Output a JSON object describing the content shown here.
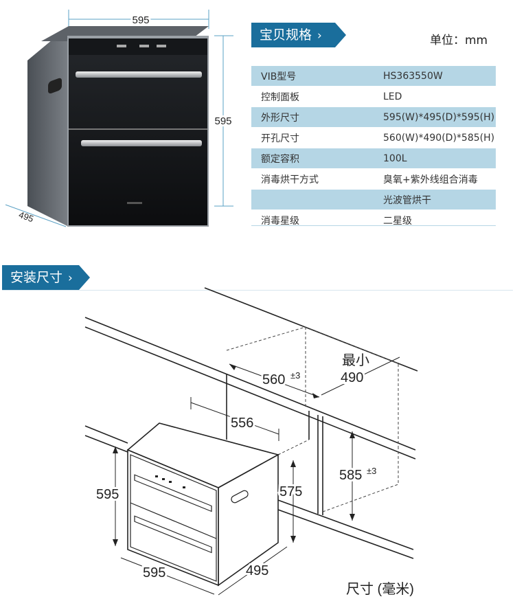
{
  "product": {
    "dim_width": "595",
    "dim_height": "595",
    "dim_depth": "495"
  },
  "spec_section": {
    "title": "宝贝规格",
    "unit_label": "单位：mm",
    "rows": [
      {
        "label": "VIB型号",
        "value": "HS363550W"
      },
      {
        "label": "控制面板",
        "value": "LED"
      },
      {
        "label": "外形尺寸",
        "value": "595(W)*495(D)*595(H)"
      },
      {
        "label": "开孔尺寸",
        "value": "560(W)*490(D)*585(H)"
      },
      {
        "label": "额定容积",
        "value": "100L"
      },
      {
        "label": "消毒烘干方式",
        "value": "臭氧+紫外线组合消毒"
      },
      {
        "label": "",
        "value": "光波管烘干"
      },
      {
        "label": "消毒星级",
        "value": "二星级"
      }
    ]
  },
  "install_section": {
    "title": "安装尺寸",
    "dims": {
      "opening_width": "560",
      "opening_width_tol": "±3",
      "min_label": "最小",
      "min_depth": "490",
      "body_top_width": "556",
      "opening_height": "585",
      "opening_height_tol": "±3",
      "front_height": "595",
      "side_height": "575",
      "front_width": "595",
      "depth": "495"
    },
    "unit_note": "尺寸 (毫米)"
  },
  "colors": {
    "accent": "#1a6e9c",
    "row_shade": "#b5d6e5"
  }
}
